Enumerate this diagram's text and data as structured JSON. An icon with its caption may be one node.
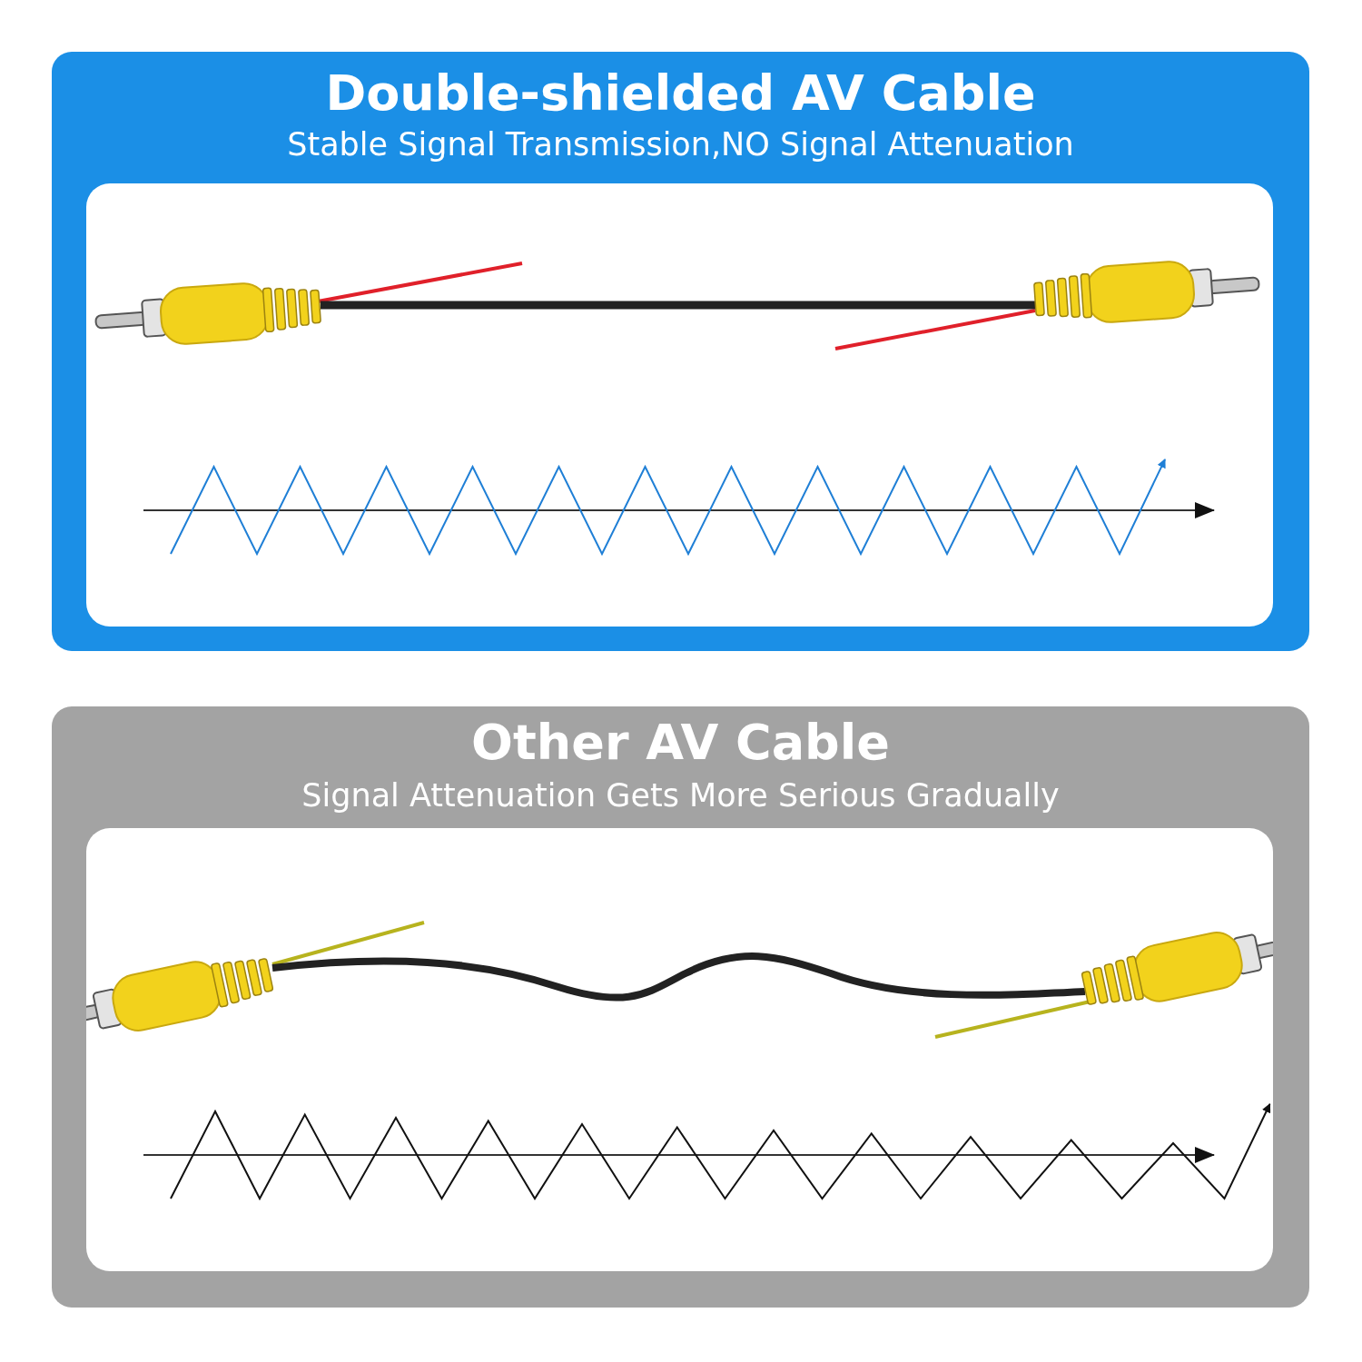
{
  "diagram": {
    "nodes": [
      {
        "text": [
          "Double-shielded AV Cable",
          "Stable Signal Transmission,NO Signal Attenuation"
        ]
      },
      {
        "text": [
          "Other AV Cable",
          "Signal Attenuation Gets More Serious Gradually"
        ]
      }
    ]
  }
}
